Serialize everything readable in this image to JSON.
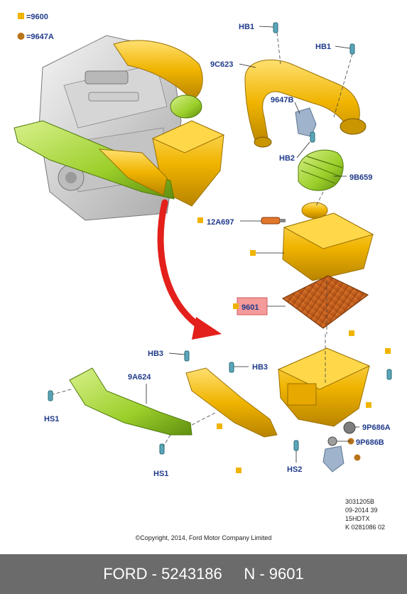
{
  "legend": [
    {
      "label": "=9600",
      "color": "#f0b400",
      "marker": "square"
    },
    {
      "label": "=9647A",
      "color": "#b8741a",
      "marker": "circle"
    }
  ],
  "labels": {
    "hb1_top": "HB1",
    "hb1_right": "HB1",
    "c9c623": "9C623",
    "c9647b": "9647B",
    "hb2": "HB2",
    "b9b659": "9B659",
    "a12a697": "12A697",
    "p9601": "9601",
    "hb3_left": "HB3",
    "hb3_right": "HB3",
    "a9a624": "9A624",
    "hs1_left": "HS1",
    "hs1_bottom": "HS1",
    "p9p686a": "9P686A",
    "p9p686b": "9P686B",
    "hs2": "HS2"
  },
  "highlight_color": "#f49a9a",
  "arrow_color": "#e3201b",
  "meta": {
    "line1": "3031205B",
    "line2": "09-2014 39",
    "line3": "15HDTX",
    "line4": "K 0281086 02"
  },
  "copyright": "©Copyright, 2014, Ford Motor Company Limited",
  "footer": {
    "brand": "FORD",
    "sep1": " - ",
    "part_number": "5243186",
    "gap": "     ",
    "n_prefix": "N",
    "sep2": " - ",
    "n_code": "9601"
  }
}
